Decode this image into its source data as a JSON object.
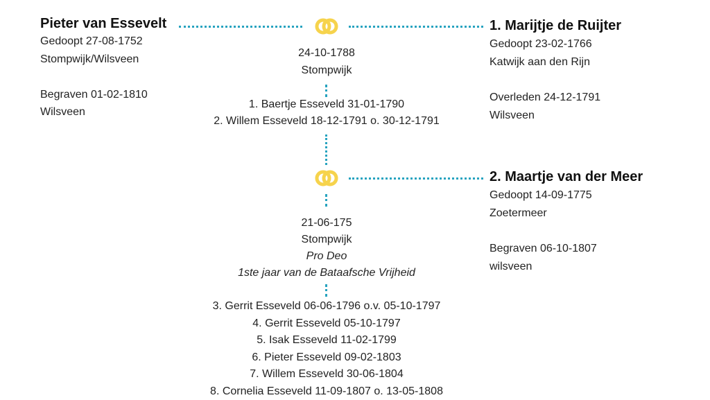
{
  "husband": {
    "name": "Pieter van Essevelt",
    "baptism": "Gedoopt 27-08-1752",
    "baptism_place": "Stompwijk/Wilsveen",
    "burial": "Begraven 01-02-1810",
    "burial_place": "Wilsveen"
  },
  "marriage1": {
    "date": "24-10-1788",
    "place": "Stompwijk",
    "children": [
      "1. Baertje Esseveld 31-01-1790",
      "2. Willem Esseveld 18-12-1791 o. 30-12-1791"
    ]
  },
  "wife1": {
    "name": "1. Marijtje de Ruijter",
    "baptism": "Gedoopt 23-02-1766",
    "baptism_place": "Katwijk aan den Rijn",
    "death": "Overleden 24-12-1791",
    "death_place": "Wilsveen"
  },
  "marriage2": {
    "date": "21-06-175",
    "place": "Stompwijk",
    "note1": "Pro Deo",
    "note2": "1ste jaar van de Bataafsche Vrijheid",
    "children": [
      "3. Gerrit Esseveld 06-06-1796 o.v. 05-10-1797",
      "4. Gerrit Esseveld 05-10-1797",
      "5. Isak Esseveld 11-02-1799",
      "6. Pieter Esseveld 09-02-1803",
      "7. Willem Esseveld 30-06-1804",
      "8. Cornelia Esseveld 11-09-1807 o. 13-05-1808"
    ]
  },
  "wife2": {
    "name": "2. Maartje van der Meer",
    "baptism": "Gedoopt 14-09-1775",
    "baptism_place": "Zoetermeer",
    "burial": "Begraven 06-10-1807",
    "burial_place": "wilsveen"
  },
  "colors": {
    "line": "#27a3bf",
    "rings": "#f6d34c"
  }
}
